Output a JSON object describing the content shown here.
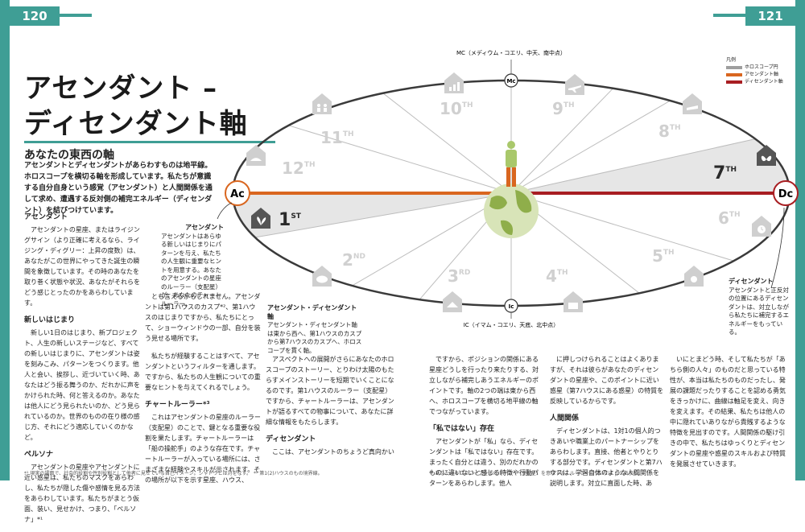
{
  "page": {
    "left_number": "120",
    "right_number": "121"
  },
  "title": {
    "line1": "アセンダント –",
    "line2": "ディセンダント軸"
  },
  "subtitle": "あなたの東西の軸",
  "lead": "アセンダントとディセンダントがあらわすものは地平線。ホロスコープを横切る軸を形成しています。私たちが意識する自分自身という感覚（アセンダント）と人間関係を通して求め、遭遇する反対側の補完エネルギー（ディセンダント）を結びつけています。",
  "col1": {
    "h1": "アセンダント",
    "p1": "アセンダントの星座、またはライジングサイン（より正確に考えるなら、ライジング・ディグリー：上昇の度数）は、あなたがこの世界にやってきた誕生の瞬間を象徴しています。その時のあなたを取り巻く状態や状況、あなたがそれらをどう感じとったのかをあらわしています。",
    "h2": "新しいはじまり",
    "p2": "新しい1日のはじまり、新プロジェクト、人生の新しいステージなど、すべての新しいはじまりに、アセンダントは姿を刻みこみ、パターンをつくります。他人と会い、挨拶し、近づいていく時、あなたはどう振る舞うのか、だれかに声をかけられた時、何と答えるのか。あなたは他人にどう見られたいのか、どう見られているのか。世界のものの在り様の感じ方、それにどう適応していくのかなど。",
    "h3": "ペルソナ",
    "p3": "アセンダントの星座やアセンダントに近い惑星は、私たちのマスクをあらわし、私たちが隠した傷や感情を見る方法をあらわしています。私たちがまとう仮面、装い、見せかけ、つまり、「ペルソナ」*¹"
  },
  "col2": {
    "p1": "とも言えるかもしれません。アセンダントは第1ハウスのカスプ*²、第1ハウスのはじまりですから、私たちにとって、ショーウィンドウの一部、自分を装う見せる場所です。",
    "p2": "私たちが経験することはすべて、アセンダントというフィルターを通します。ですから、私たちの人生観についての重要なヒントを与えてくれるでしょう。",
    "h2": "チャートルーラー*³",
    "p3": "これはアセンダントの星座のルーラー（支配星）のことで、鍵となる重要な役割を果たします。チャートルーラーは「船の操舵手」のような存在です。チャートルーラーが入っている場所には、さまざまな経験やスキルが示されます。その場所が以下を示す星座、ハウス、"
  },
  "col3": {
    "p1": "アスペクトへの展開がさらにあなたのホロスコープのストーリー、とりわけ太陽のもたらすメインストーリーを短期でいくことになるのです。第1ハウスのルーラー（支配星）ですから、チャートルーラーは、アセンダントが語るすべての物事について、あなたに詳細な情報をもたらします。",
    "h2": "ディセンダント",
    "p2": "ここは、アセンダントのちょうど真向かい"
  },
  "col4": {
    "p1": "ですから、ポジションの関係にある星座どうしを行ったり来たりする、対立しながら補完しあうエネルギーのポイントです。軸の2つの端は東から西へ、ホロスコープを横切る地平線の軸でつながっています。",
    "h2": "「私ではない」存在",
    "p2": "アセンダントが「私」なら、ディセンダントは「私ではない」存在です。まったく自分とは違う、別のだれかのものに違いないと感じる特徴や行動パターンをあらわします。他人"
  },
  "col5": {
    "p1": "に押しつけられることはよくありますが、それは彼らがあなたのディセンダントの星座や、このポイントに近い惑星（第7ハウスにある惑星）の特質を反映しているからです。",
    "h2": "人間関係",
    "p2": "ディセンダントは、1対1の個人的つきあいや職業上のパートナーシップをあらわします。直接、他者とやりとりする部分です。ディセンダントと第7ハウスは、学習自体のような人間関係を説明します。対立に直面した時、あ"
  },
  "col6": {
    "p1": "いにとまどう時、そして私たちが「あちら側の人々」のものだと思っている特性が、本当は私たちのものだったし、発展の課題だったりすることを認める勇気をきっかけに、曲線は軸足を変え、向きを変えます。その結果、私たちは他人の中に隠れていありながら貴賎するような特徴を見出すのです。人間関係の駆け引きの中で、私たちはゆっくりとディセンダントの星座や惑星のスキルおよび特質を発展させていきます。"
  },
  "footnotes": {
    "left": "*¹ 現実の場面で、社会的役割や性別役割として他者に見せている自己イメージ。シャドウとは対をなす。　*² 第1(2)ハウスのもの境界線。",
    "right": "*³ あなたのホロスコープ全体のルーラー（支配星）を意味する。ルーラーについては p.126参照。"
  },
  "callouts": {
    "asc_title": "アセンダント",
    "asc_text": "アセンダントはあらゆる新しいはじまりにパターンを与え、私たちの人生観に重要なヒントを用意する。あなたのアセンダントの星座のルーラー（支配星）が、あなたのチャートルーラー。",
    "axis_title": "アセンダント・ディセンダント軸",
    "axis_text": "アセンダント・ディセンダント軸は東から西へ、第1ハウスのカスプから第7ハウスのカスプへ、ホロスコープを貫く軸。",
    "desc_title": "ディセンダント",
    "desc_text": "アセンダントと正反対の位置にあるディセンダントは、対立しながら私たちに補完するエネルギーをもっている。"
  },
  "diagram": {
    "mc_label": "MC（メディウム・コエリ、中天、南中点）",
    "ic_label": "IC（イマム・コエリ、天底、北中点）",
    "mc": "Mc",
    "ic": "Ic",
    "ac": "Ac",
    "dc": "Dc",
    "houses": [
      {
        "num": "1",
        "suf": "ST"
      },
      {
        "num": "2",
        "suf": "ND"
      },
      {
        "num": "3",
        "suf": "RD"
      },
      {
        "num": "4",
        "suf": "TH"
      },
      {
        "num": "5",
        "suf": "TH"
      },
      {
        "num": "6",
        "suf": "TH"
      },
      {
        "num": "7",
        "suf": "TH"
      },
      {
        "num": "8",
        "suf": "TH"
      },
      {
        "num": "9",
        "suf": "TH"
      },
      {
        "num": "10",
        "suf": "TH"
      },
      {
        "num": "11",
        "suf": "TH"
      },
      {
        "num": "12",
        "suf": "TH"
      }
    ],
    "icons": [
      "plant-house-icon",
      "piggy-bank-icon",
      "house-icon",
      "family-house-icon",
      "workplace-icon",
      "clock-icon",
      "handshake-icon",
      "butterfly-icon",
      "airplane-icon",
      "chart-growth-icon",
      "group-people-icon",
      "hands-icon"
    ],
    "colors": {
      "wheel": "#3a3a3a",
      "axis": "#d9661f",
      "axis_dark": "#a81e22",
      "grey": "#bdbdbd",
      "teal": "#3f9e95"
    }
  },
  "legend": {
    "title": "凡例",
    "items": [
      {
        "label": "ホロスコープ円",
        "color": "#9e9e9e"
      },
      {
        "label": "アセンダント軸",
        "color": "#d9661f"
      },
      {
        "label": "ディセンダント軸",
        "color": "#a81e22"
      }
    ]
  }
}
